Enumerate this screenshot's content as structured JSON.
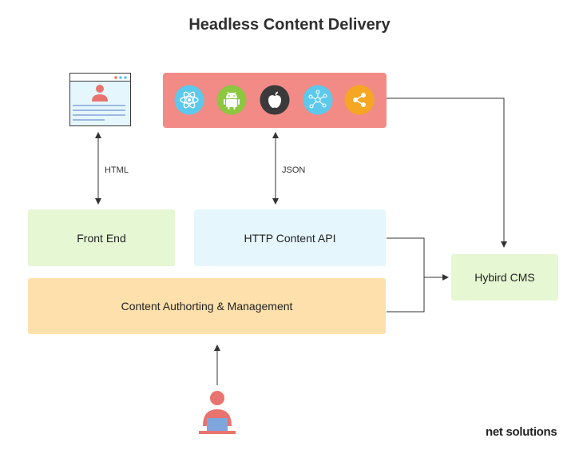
{
  "title": "Headless Content Delivery",
  "boxes": {
    "front_end": "Front End",
    "http_api": "HTTP Content API",
    "authoring": "Content Authorting & Management",
    "hybrid_cms": "Hybird CMS"
  },
  "connectors": {
    "html": "HTML",
    "json": "JSON"
  },
  "devices": [
    {
      "icon": "react-icon",
      "color": "#5bc8ec"
    },
    {
      "icon": "android-icon",
      "color": "#8dc640"
    },
    {
      "icon": "apple-icon",
      "color": "#3a3a3a"
    },
    {
      "icon": "iot-hub-icon",
      "color": "#5bc8ec"
    },
    {
      "icon": "share-icon",
      "color": "#f5a623"
    }
  ],
  "brand": {
    "part1": "net",
    "part2": "solutions"
  },
  "colors": {
    "front_end": "#e6f7d3",
    "http_api": "#e5f6fd",
    "authoring": "#fde0ac",
    "hybrid_cms": "#e6f7d3",
    "devices_bar": "#f28a86",
    "accent_user": "#e9736e",
    "laptop": "#7ea6dd"
  }
}
